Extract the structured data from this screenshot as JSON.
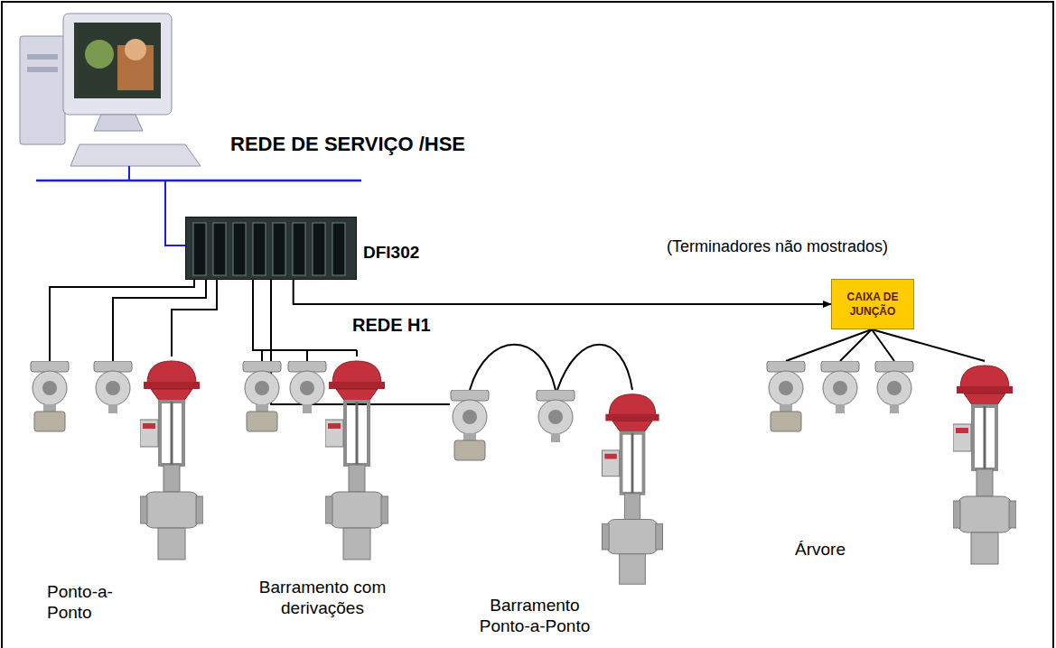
{
  "diagram": {
    "nodes": [
      {
        "text": [
          "DFI302"
        ]
      },
      {
        "text": [
          "CAIXA DE JUNÇÃO"
        ]
      }
    ],
    "edges": [
      {
        "from": 0,
        "to": 1,
        "arrow": "to"
      }
    ],
    "labels": [
      "REDE DE SERVIÇO /HSE",
      "(Terminadores não mostrados)",
      "REDE H1",
      "Ponto-a-Ponto",
      "Barramento com derivações",
      "Barramento Ponto-a-Ponto",
      "Árvore"
    ]
  }
}
